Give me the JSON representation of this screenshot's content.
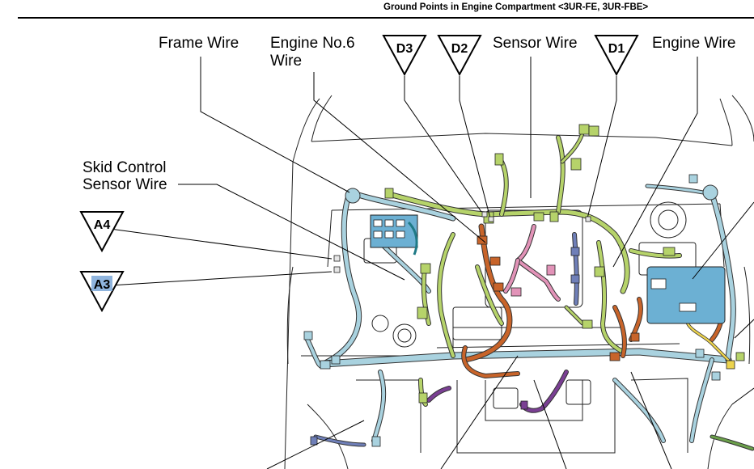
{
  "header": {
    "title": "Ground Points in Engine Compartment <3UR-FE, 3UR-FBE>"
  },
  "labels": {
    "frame_wire": "Frame Wire",
    "engine_no6_line1": "Engine No.6",
    "engine_no6_line2": "Wire",
    "sensor_wire": "Sensor Wire",
    "engine_wire": "Engine Wire",
    "skid_line1": "Skid Control",
    "skid_line2": "Sensor Wire"
  },
  "ground_points": {
    "d3": "D3",
    "d2": "D2",
    "d1": "D1",
    "a4": "A4",
    "a3": "A3"
  },
  "colors": {
    "harness_light_blue": "#a9d2df",
    "harness_green": "#b6d36a",
    "harness_orange": "#c8642a",
    "harness_pink": "#e293b8",
    "harness_purple": "#7a3f93",
    "harness_slate": "#6f7fb8",
    "ground_highlight": "#8fb4dd",
    "module_blue": "#6cb0d3",
    "yellow_wire": "#ecd34d"
  }
}
